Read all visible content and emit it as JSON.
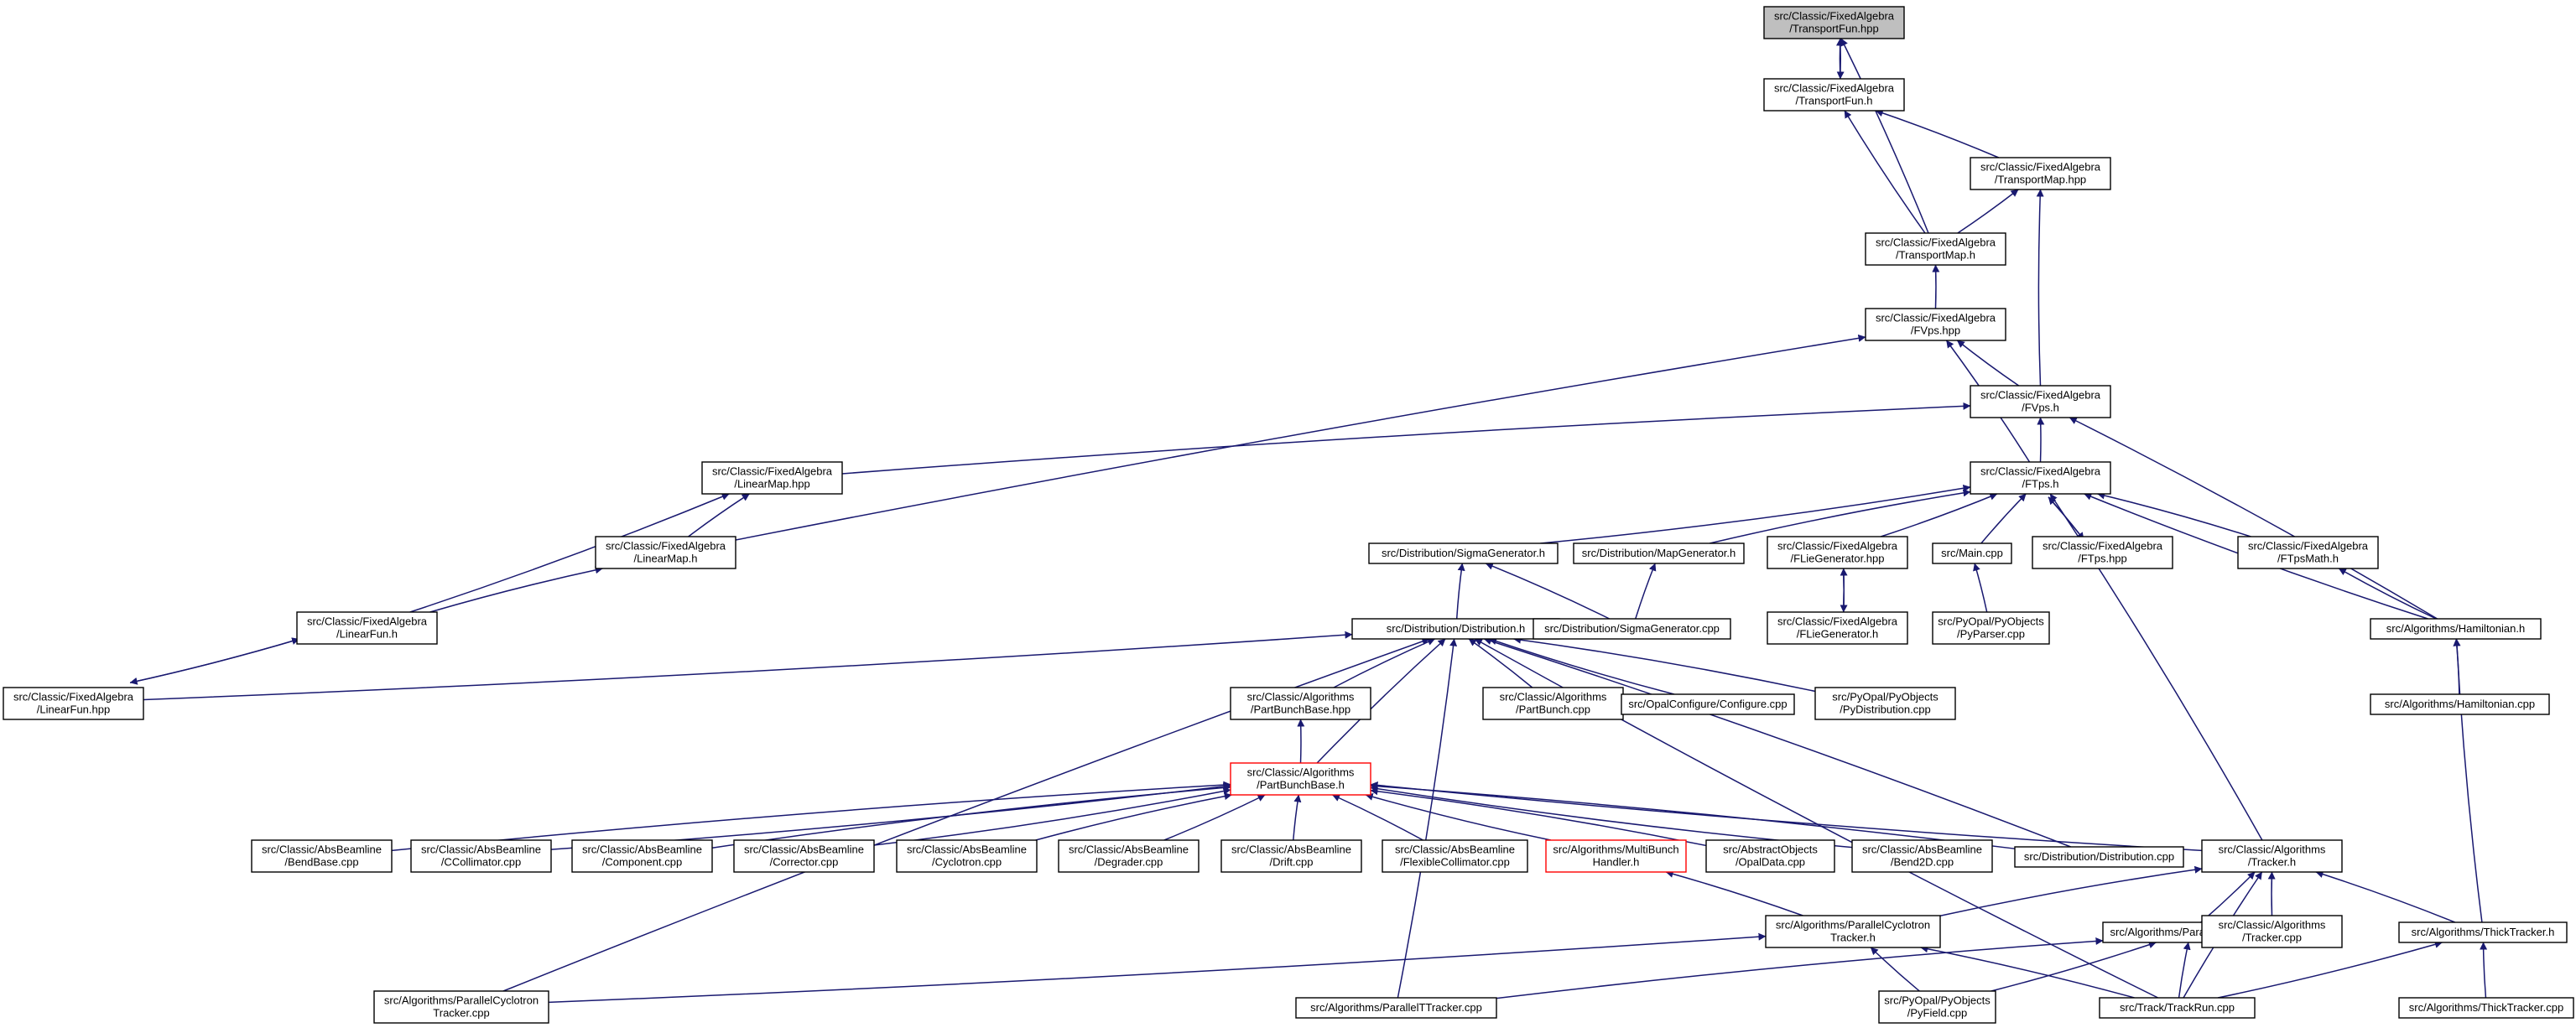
{
  "graph": {
    "edge_color": "#191970",
    "root_fill": "#bfbfbf",
    "truncated_stroke": "#ff0000",
    "nodes": [
      {
        "id": "n0",
        "lines": [
          "src/Classic/FixedAlgebra",
          "/TransportFun.hpp"
        ],
        "style": "root"
      },
      {
        "id": "n1",
        "lines": [
          "src/Classic/FixedAlgebra",
          "/TransportFun.h"
        ]
      },
      {
        "id": "n2",
        "lines": [
          "src/Classic/FixedAlgebra",
          "/TransportMap.hpp"
        ]
      },
      {
        "id": "n3",
        "lines": [
          "src/Classic/FixedAlgebra",
          "/TransportMap.h"
        ]
      },
      {
        "id": "n4",
        "lines": [
          "src/Classic/FixedAlgebra",
          "/FVps.hpp"
        ]
      },
      {
        "id": "n5",
        "lines": [
          "src/Classic/FixedAlgebra",
          "/FVps.h"
        ]
      },
      {
        "id": "n6",
        "lines": [
          "src/Classic/FixedAlgebra",
          "/FTps.h"
        ]
      },
      {
        "id": "n7",
        "lines": [
          "src/Classic/FixedAlgebra",
          "/LinearMap.hpp"
        ]
      },
      {
        "id": "n8",
        "lines": [
          "src/Classic/FixedAlgebra",
          "/LinearMap.h"
        ]
      },
      {
        "id": "n9",
        "lines": [
          "src/Classic/FixedAlgebra",
          "/LinearFun.h"
        ]
      },
      {
        "id": "n10",
        "lines": [
          "src/Classic/FixedAlgebra",
          "/LinearFun.hpp"
        ]
      },
      {
        "id": "n11",
        "lines": [
          "src/Distribution/SigmaGenerator.h"
        ]
      },
      {
        "id": "n12",
        "lines": [
          "src/Distribution/MapGenerator.h"
        ]
      },
      {
        "id": "n13",
        "lines": [
          "src/Classic/FixedAlgebra",
          "/FLieGenerator.hpp"
        ]
      },
      {
        "id": "n14",
        "lines": [
          "src/Main.cpp"
        ]
      },
      {
        "id": "n15",
        "lines": [
          "src/Classic/FixedAlgebra",
          "/FTps.hpp"
        ]
      },
      {
        "id": "n16",
        "lines": [
          "src/Classic/FixedAlgebra",
          "/FTpsMath.h"
        ]
      },
      {
        "id": "n17",
        "lines": [
          "src/Distribution/Distribution.h"
        ]
      },
      {
        "id": "n18",
        "lines": [
          "src/Distribution/SigmaGenerator.cpp"
        ]
      },
      {
        "id": "n19",
        "lines": [
          "src/Classic/FixedAlgebra",
          "/FLieGenerator.h"
        ]
      },
      {
        "id": "n20",
        "lines": [
          "src/PyOpal/PyObjects",
          "/PyParser.cpp"
        ]
      },
      {
        "id": "n21",
        "lines": [
          "src/Algorithms/Hamiltonian.h"
        ]
      },
      {
        "id": "n22",
        "lines": [
          "src/Algorithms/Hamiltonian.cpp"
        ]
      },
      {
        "id": "n23",
        "lines": [
          "src/Classic/Algorithms",
          "/PartBunchBase.hpp"
        ]
      },
      {
        "id": "n24",
        "lines": [
          "src/Classic/Algorithms",
          "/PartBunch.cpp"
        ]
      },
      {
        "id": "n25",
        "lines": [
          "src/OpalConfigure/Configure.cpp"
        ]
      },
      {
        "id": "n26",
        "lines": [
          "src/PyOpal/PyObjects",
          "/PyDistribution.cpp"
        ]
      },
      {
        "id": "n27",
        "lines": [
          "src/Classic/Algorithms",
          "/PartBunchBase.h"
        ],
        "style": "truncated"
      },
      {
        "id": "n28",
        "lines": [
          "src/Classic/AbsBeamline",
          "/BendBase.cpp"
        ]
      },
      {
        "id": "n29",
        "lines": [
          "src/Classic/AbsBeamline",
          "/CCollimator.cpp"
        ]
      },
      {
        "id": "n30",
        "lines": [
          "src/Classic/AbsBeamline",
          "/Component.cpp"
        ]
      },
      {
        "id": "n31",
        "lines": [
          "src/Classic/AbsBeamline",
          "/Corrector.cpp"
        ]
      },
      {
        "id": "n32",
        "lines": [
          "src/Classic/AbsBeamline",
          "/Cyclotron.cpp"
        ]
      },
      {
        "id": "n33",
        "lines": [
          "src/Classic/AbsBeamline",
          "/Degrader.cpp"
        ]
      },
      {
        "id": "n34",
        "lines": [
          "src/Classic/AbsBeamline",
          "/Drift.cpp"
        ]
      },
      {
        "id": "n35",
        "lines": [
          "src/Classic/AbsBeamline",
          "/FlexibleCollimator.cpp"
        ]
      },
      {
        "id": "n36",
        "lines": [
          "src/Algorithms/MultiBunch",
          "Handler.h"
        ],
        "style": "truncated"
      },
      {
        "id": "n37",
        "lines": [
          "src/AbstractObjects",
          "/OpalData.cpp"
        ]
      },
      {
        "id": "n38",
        "lines": [
          "src/Classic/AbsBeamline",
          "/Bend2D.cpp"
        ]
      },
      {
        "id": "n39",
        "lines": [
          "src/Distribution/Distribution.cpp"
        ]
      },
      {
        "id": "n40",
        "lines": [
          "src/Classic/Algorithms",
          "/Tracker.h"
        ]
      },
      {
        "id": "n41",
        "lines": [
          "src/Algorithms/ParallelCyclotron",
          "Tracker.h"
        ]
      },
      {
        "id": "n42",
        "lines": [
          "src/Algorithms/ParallelTTracker.h"
        ]
      },
      {
        "id": "n43",
        "lines": [
          "src/Classic/Algorithms",
          "/Tracker.cpp"
        ]
      },
      {
        "id": "n44",
        "lines": [
          "src/Algorithms/ThickTracker.h"
        ]
      },
      {
        "id": "n45",
        "lines": [
          "src/Algorithms/ParallelCyclotron",
          "Tracker.cpp"
        ]
      },
      {
        "id": "n46",
        "lines": [
          "src/Algorithms/ParallelTTracker.cpp"
        ]
      },
      {
        "id": "n47",
        "lines": [
          "src/PyOpal/PyObjects",
          "/PyField.cpp"
        ]
      },
      {
        "id": "n48",
        "lines": [
          "src/Track/TrackRun.cpp"
        ]
      },
      {
        "id": "n49",
        "lines": [
          "src/Algorithms/ThickTracker.cpp"
        ]
      }
    ],
    "edges": [
      [
        "n1",
        "n0"
      ],
      [
        "n3",
        "n0"
      ],
      [
        "n0",
        "n1"
      ],
      [
        "n2",
        "n1"
      ],
      [
        "n3",
        "n1"
      ],
      [
        "n3",
        "n2"
      ],
      [
        "n5",
        "n2"
      ],
      [
        "n4",
        "n3"
      ],
      [
        "n5",
        "n4"
      ],
      [
        "n6",
        "n4"
      ],
      [
        "n8",
        "n4"
      ],
      [
        "n6",
        "n5"
      ],
      [
        "n7",
        "n5"
      ],
      [
        "n21",
        "n5"
      ],
      [
        "n8",
        "n7"
      ],
      [
        "n9",
        "n7"
      ],
      [
        "n9",
        "n8"
      ],
      [
        "n10",
        "n9"
      ],
      [
        "n9",
        "n10"
      ],
      [
        "n11",
        "n6"
      ],
      [
        "n12",
        "n6"
      ],
      [
        "n13",
        "n6"
      ],
      [
        "n14",
        "n6"
      ],
      [
        "n15",
        "n6"
      ],
      [
        "n6",
        "n15"
      ],
      [
        "n16",
        "n6"
      ],
      [
        "n21",
        "n6"
      ],
      [
        "n40",
        "n6"
      ],
      [
        "n17",
        "n11"
      ],
      [
        "n18",
        "n11"
      ],
      [
        "n18",
        "n12"
      ],
      [
        "n19",
        "n13"
      ],
      [
        "n13",
        "n19"
      ],
      [
        "n20",
        "n14"
      ],
      [
        "n21",
        "n16"
      ],
      [
        "n22",
        "n21"
      ],
      [
        "n44",
        "n21"
      ],
      [
        "n10",
        "n17"
      ],
      [
        "n23",
        "n17"
      ],
      [
        "n24",
        "n17"
      ],
      [
        "n25",
        "n17"
      ],
      [
        "n26",
        "n17"
      ],
      [
        "n27",
        "n17"
      ],
      [
        "n39",
        "n17"
      ],
      [
        "n45",
        "n17"
      ],
      [
        "n46",
        "n17"
      ],
      [
        "n48",
        "n17"
      ],
      [
        "n27",
        "n23"
      ],
      [
        "n28",
        "n27"
      ],
      [
        "n29",
        "n27"
      ],
      [
        "n30",
        "n27"
      ],
      [
        "n31",
        "n27"
      ],
      [
        "n32",
        "n27"
      ],
      [
        "n33",
        "n27"
      ],
      [
        "n34",
        "n27"
      ],
      [
        "n35",
        "n27"
      ],
      [
        "n36",
        "n27"
      ],
      [
        "n37",
        "n27"
      ],
      [
        "n38",
        "n27"
      ],
      [
        "n39",
        "n27"
      ],
      [
        "n40",
        "n27"
      ],
      [
        "n41",
        "n36"
      ],
      [
        "n41",
        "n40"
      ],
      [
        "n42",
        "n40"
      ],
      [
        "n43",
        "n40"
      ],
      [
        "n44",
        "n40"
      ],
      [
        "n48",
        "n40"
      ],
      [
        "n45",
        "n41"
      ],
      [
        "n47",
        "n41"
      ],
      [
        "n48",
        "n41"
      ],
      [
        "n46",
        "n42"
      ],
      [
        "n47",
        "n42"
      ],
      [
        "n48",
        "n42"
      ],
      [
        "n48",
        "n44"
      ],
      [
        "n49",
        "n44"
      ]
    ]
  }
}
